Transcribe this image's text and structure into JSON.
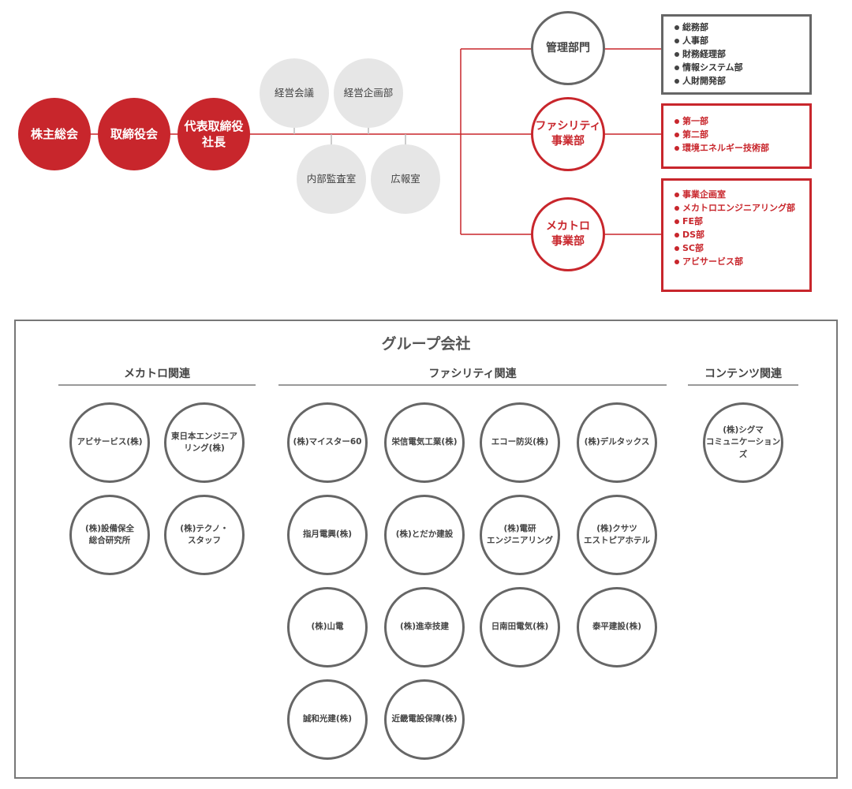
{
  "executives": [
    {
      "label": "株主総会"
    },
    {
      "label": "取締役会"
    },
    {
      "label": "代表取締役\n社長"
    }
  ],
  "staff": [
    {
      "label": "経営会議"
    },
    {
      "label": "経営企画部"
    },
    {
      "label": "内部監査室"
    },
    {
      "label": "広報室"
    }
  ],
  "departments": [
    {
      "label": "管理部門",
      "items": [
        "総務部",
        "人事部",
        "財務経理部",
        "情報システム部",
        "人財開発部"
      ]
    },
    {
      "label": "ファシリティ\n事業部",
      "items": [
        "第一部",
        "第二部",
        "環境エネルギー技術部"
      ]
    },
    {
      "label": "メカトロ\n事業部",
      "items": [
        "事業企画室",
        "メカトロエンジニアリング部",
        "FE部",
        "DS部",
        "SC部",
        "アビサービス部"
      ]
    }
  ],
  "group": {
    "title": "グループ会社",
    "categories": [
      {
        "name": "メカトロ関連",
        "companies": [
          "アビサービス(株)",
          "東日本エンジニア\nリング(株)",
          "(株)設備保全\n総合研究所",
          "(株)テクノ・\nスタッフ"
        ]
      },
      {
        "name": "ファシリティ関連",
        "companies": [
          "(株)マイスター60",
          "栄信電気工業(株)",
          "エコー防災(株)",
          "(株)デルタックス",
          "指月電興(株)",
          "(株)とだか建設",
          "(株)電研\nエンジニアリング",
          "(株)クサツ\nエストピアホテル",
          "(株)山電",
          "(株)進幸技建",
          "日南田電気(株)",
          "泰平建設(株)",
          "誠和光建(株)",
          "近畿電設保障(株)"
        ]
      },
      {
        "name": "コンテンツ関連",
        "companies": [
          "(株)シグマ\nコミュニケーションズ"
        ]
      }
    ]
  },
  "colors": {
    "accent": "#c8262c",
    "line": "#666666",
    "staff_fill": "#e6e6e6"
  }
}
